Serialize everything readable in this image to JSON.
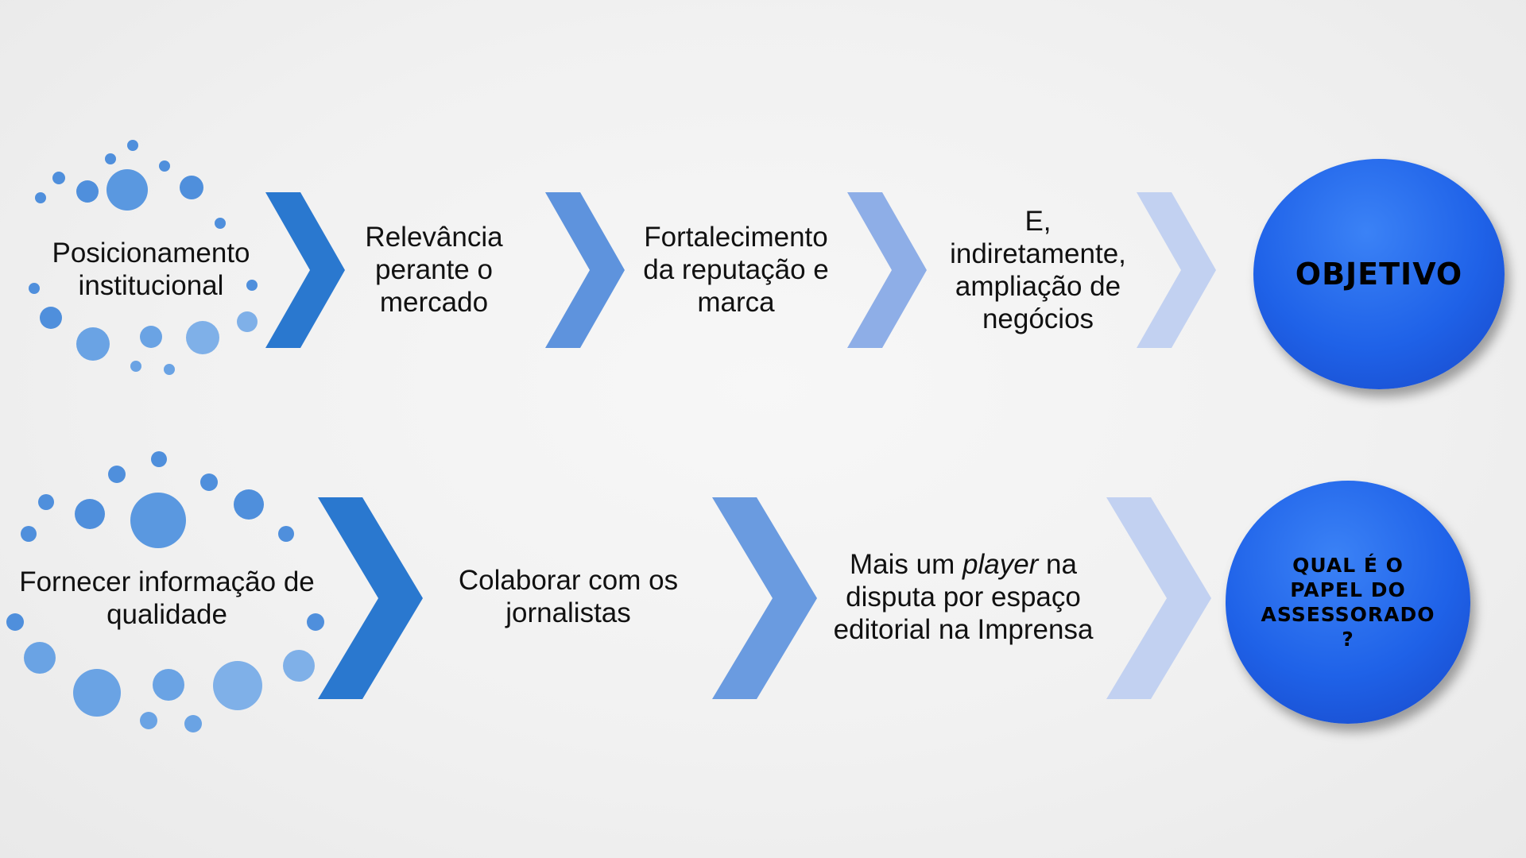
{
  "rows": [
    {
      "ring_label": "Posicionamento institucional",
      "steps": [
        "Relevância perante o mercado",
        "Fortalecimento da reputação e marca",
        "E, indiretamente, ampliação de negócios"
      ],
      "goal": "OBJETIVO"
    },
    {
      "ring_label": "Fornecer informação de qualidade",
      "steps": [
        "Colaborar com os jornalistas",
        {
          "prefix": "Mais um ",
          "emphasis": "player",
          "suffix": " na disputa por espaço editorial na Imprensa"
        }
      ],
      "goal_lines": [
        "QUAL É O",
        "PAPEL DO",
        "ASSESSORADO",
        "?"
      ]
    }
  ],
  "colors": {
    "chevron_1": "#2a78cf",
    "chevron_2": "#5e93dd",
    "chevron_3": "#8eaee7",
    "chevron_4": "#c2d1f1",
    "dots": "#4f8fdc",
    "dots_light": "#7fb0e8",
    "goal_circle": "#1f62e8",
    "background": "#f2f2f2"
  }
}
